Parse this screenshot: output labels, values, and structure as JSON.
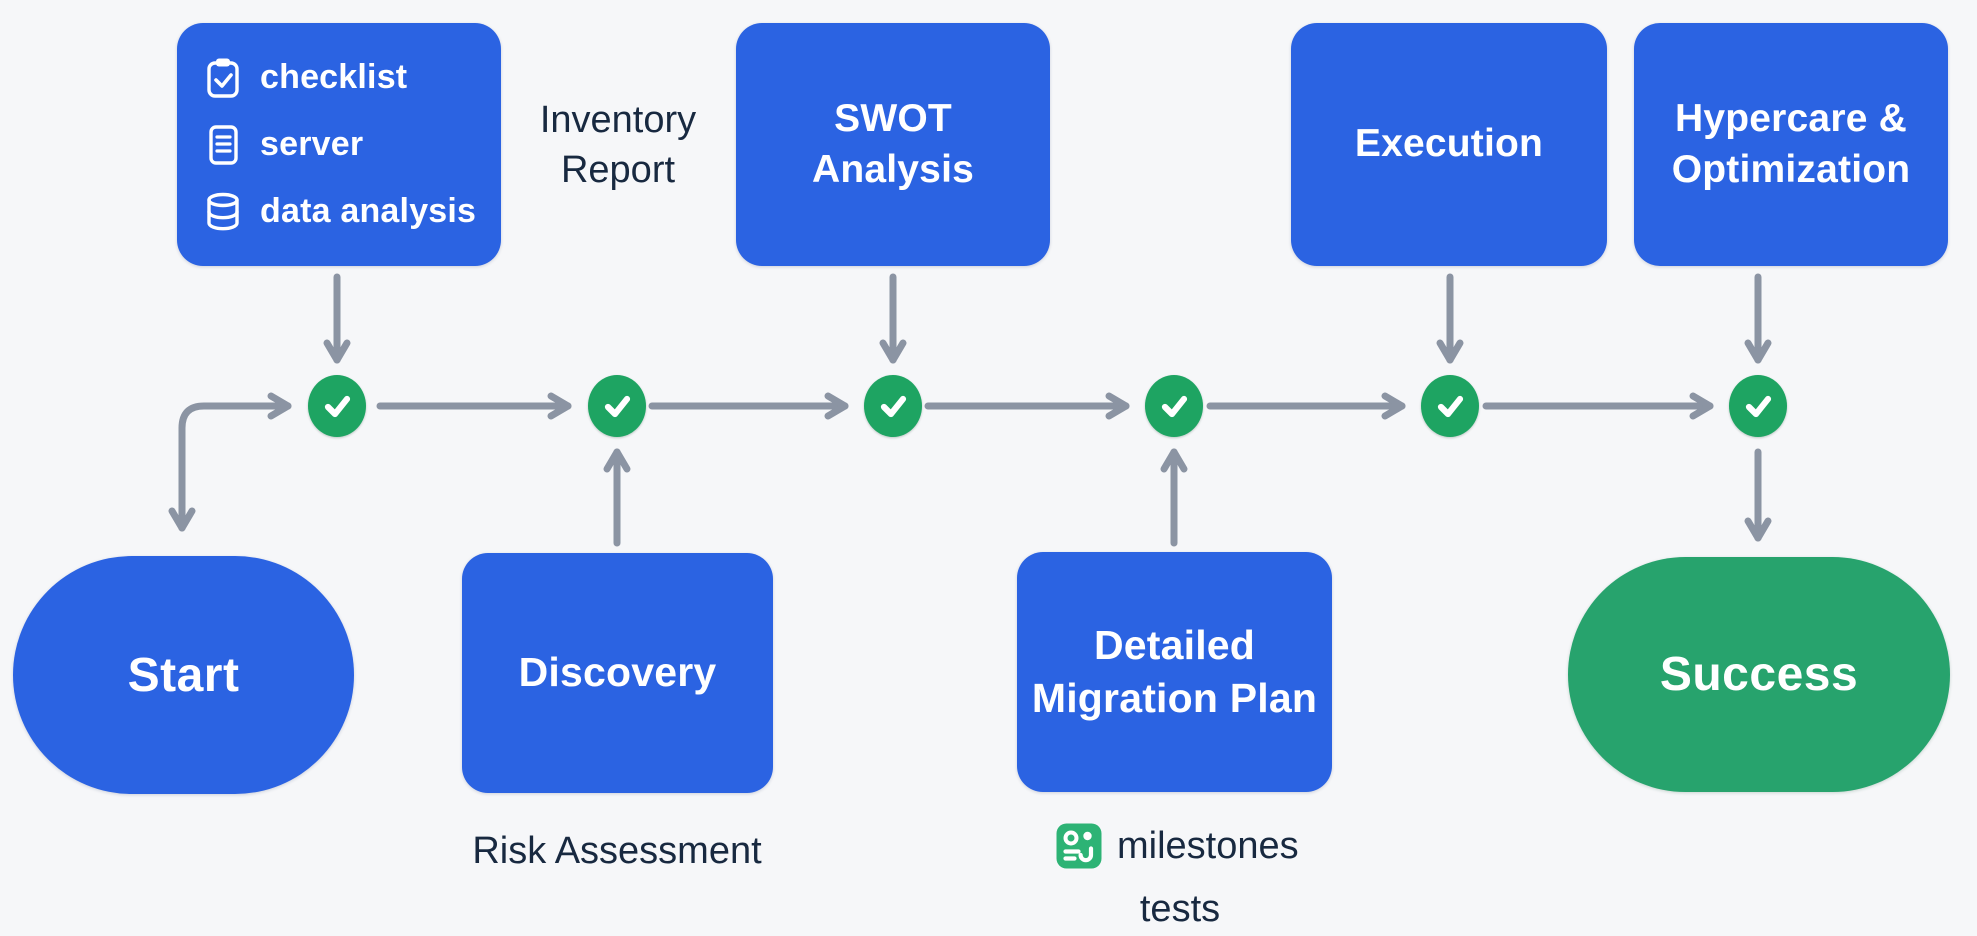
{
  "colors": {
    "node_blue": "#2b63e2",
    "checkpoint_green": "#1ea462",
    "success_green": "#27a36d",
    "milestone_icon_green": "#2db375",
    "arrow_gray": "#8b94a3",
    "dark_text": "#182940",
    "background": "#f6f7f9"
  },
  "nodes": {
    "prep_box": {
      "items": [
        {
          "icon": "clipboard-check-icon",
          "label": "checklist"
        },
        {
          "icon": "document-lines-icon",
          "label": "server"
        },
        {
          "icon": "database-icon",
          "label": "data analysis"
        }
      ]
    },
    "inventory_note": {
      "label": "Inventory\nReport"
    },
    "swot_box": {
      "label": "SWOT\nAnalysis"
    },
    "execution_box": {
      "label": "Execution"
    },
    "hypercare_box": {
      "label": "Hypercare &\nOptimization"
    },
    "start": {
      "label": "Start"
    },
    "discovery_box": {
      "label": "Discovery"
    },
    "risk_note": {
      "label": "Risk Assessment"
    },
    "migration_box": {
      "label": "Detailed\nMigration Plan"
    },
    "milestones_note": {
      "icon": "milestones-grid-icon",
      "label": "milestones"
    },
    "tests_note": {
      "label": "tests"
    },
    "success": {
      "label": "Success"
    }
  }
}
